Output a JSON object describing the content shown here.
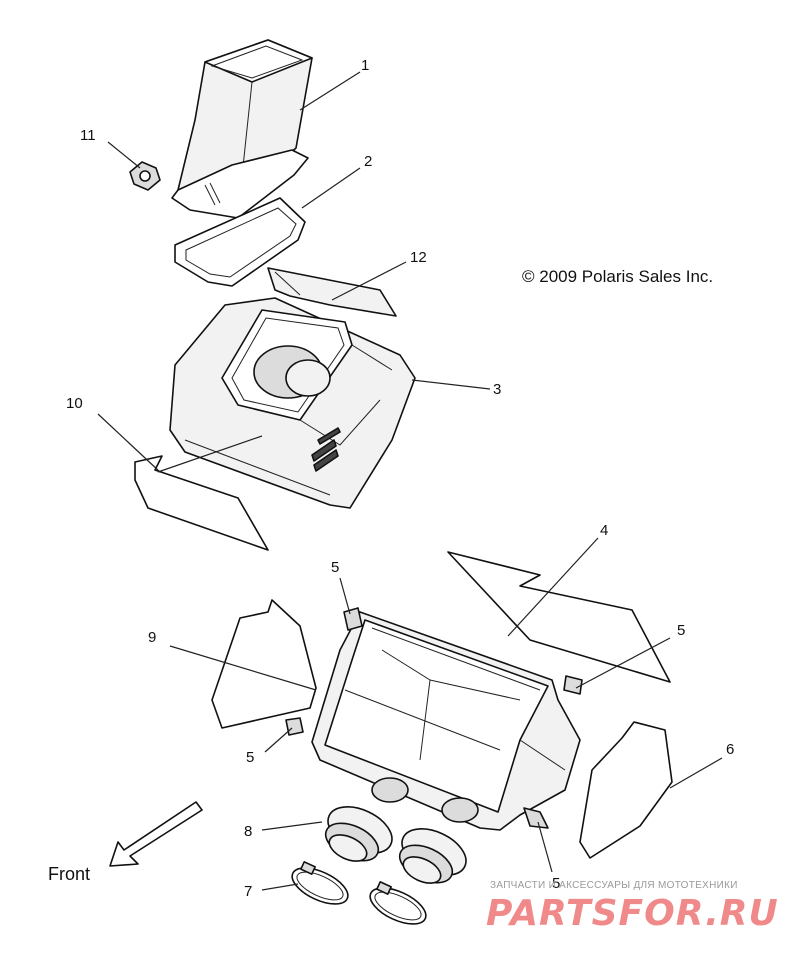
{
  "copyright": "© 2009 Polaris Sales Inc.",
  "front_label": "Front",
  "callouts": [
    "1",
    "2",
    "3",
    "4",
    "5",
    "5",
    "5",
    "5",
    "6",
    "7",
    "8",
    "9",
    "10",
    "11",
    "12"
  ],
  "watermark": {
    "tagline": "ЗАПЧАСТИ И АКСЕССУАРЫ ДЛЯ МОТОТЕХНИКИ",
    "logo": "PARTSFOR.RU"
  }
}
